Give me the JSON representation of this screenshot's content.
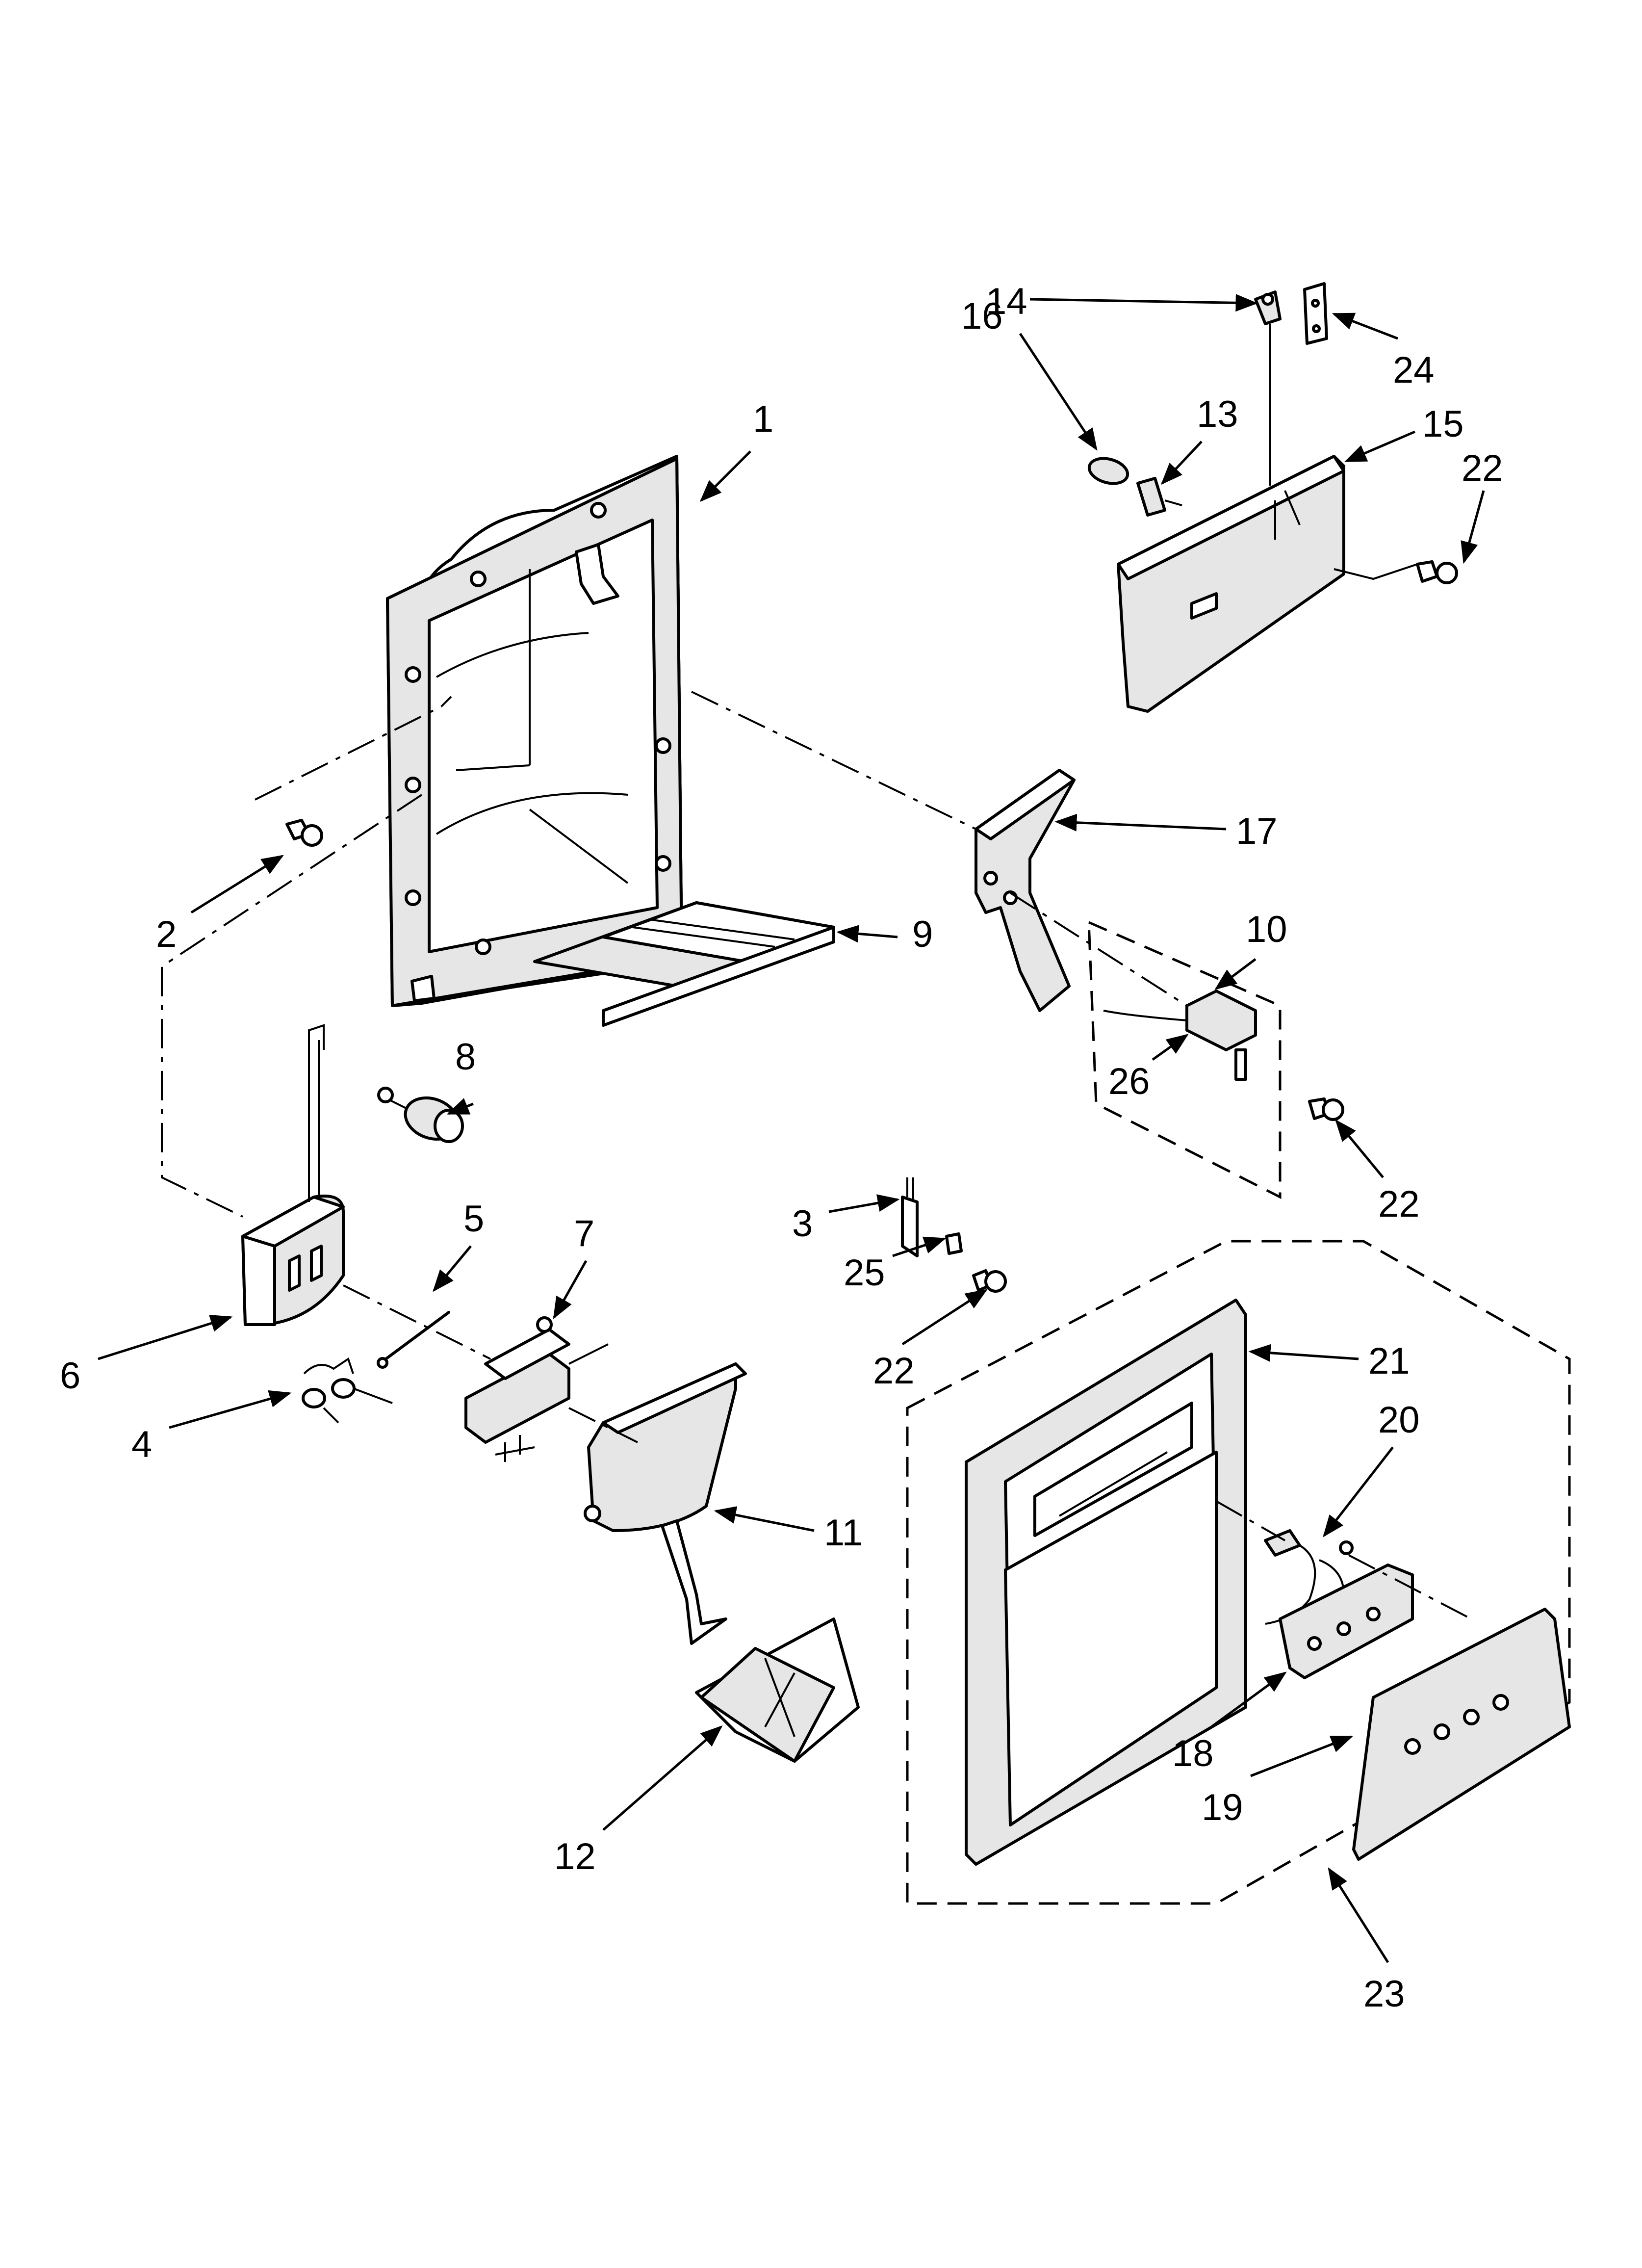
{
  "callouts": [
    {
      "id": "c1",
      "text": "1"
    },
    {
      "id": "c2",
      "text": "2"
    },
    {
      "id": "c3",
      "text": "3"
    },
    {
      "id": "c4",
      "text": "4"
    },
    {
      "id": "c5",
      "text": "5"
    },
    {
      "id": "c6",
      "text": "6"
    },
    {
      "id": "c7",
      "text": "7"
    },
    {
      "id": "c8",
      "text": "8"
    },
    {
      "id": "c9",
      "text": "9"
    },
    {
      "id": "c10",
      "text": "10"
    },
    {
      "id": "c11",
      "text": "11"
    },
    {
      "id": "c12",
      "text": "12"
    },
    {
      "id": "c13",
      "text": "13"
    },
    {
      "id": "c14",
      "text": "14"
    },
    {
      "id": "c15",
      "text": "15"
    },
    {
      "id": "c16",
      "text": "16"
    },
    {
      "id": "c17",
      "text": "17"
    },
    {
      "id": "c18",
      "text": "18"
    },
    {
      "id": "c19",
      "text": "19"
    },
    {
      "id": "c20",
      "text": "20"
    },
    {
      "id": "c21",
      "text": "21"
    },
    {
      "id": "c22a",
      "text": "22"
    },
    {
      "id": "c22b",
      "text": "22"
    },
    {
      "id": "c22c",
      "text": "22"
    },
    {
      "id": "c23",
      "text": "23"
    },
    {
      "id": "c24",
      "text": "24"
    },
    {
      "id": "c25",
      "text": "25"
    },
    {
      "id": "c26",
      "text": "26"
    }
  ]
}
